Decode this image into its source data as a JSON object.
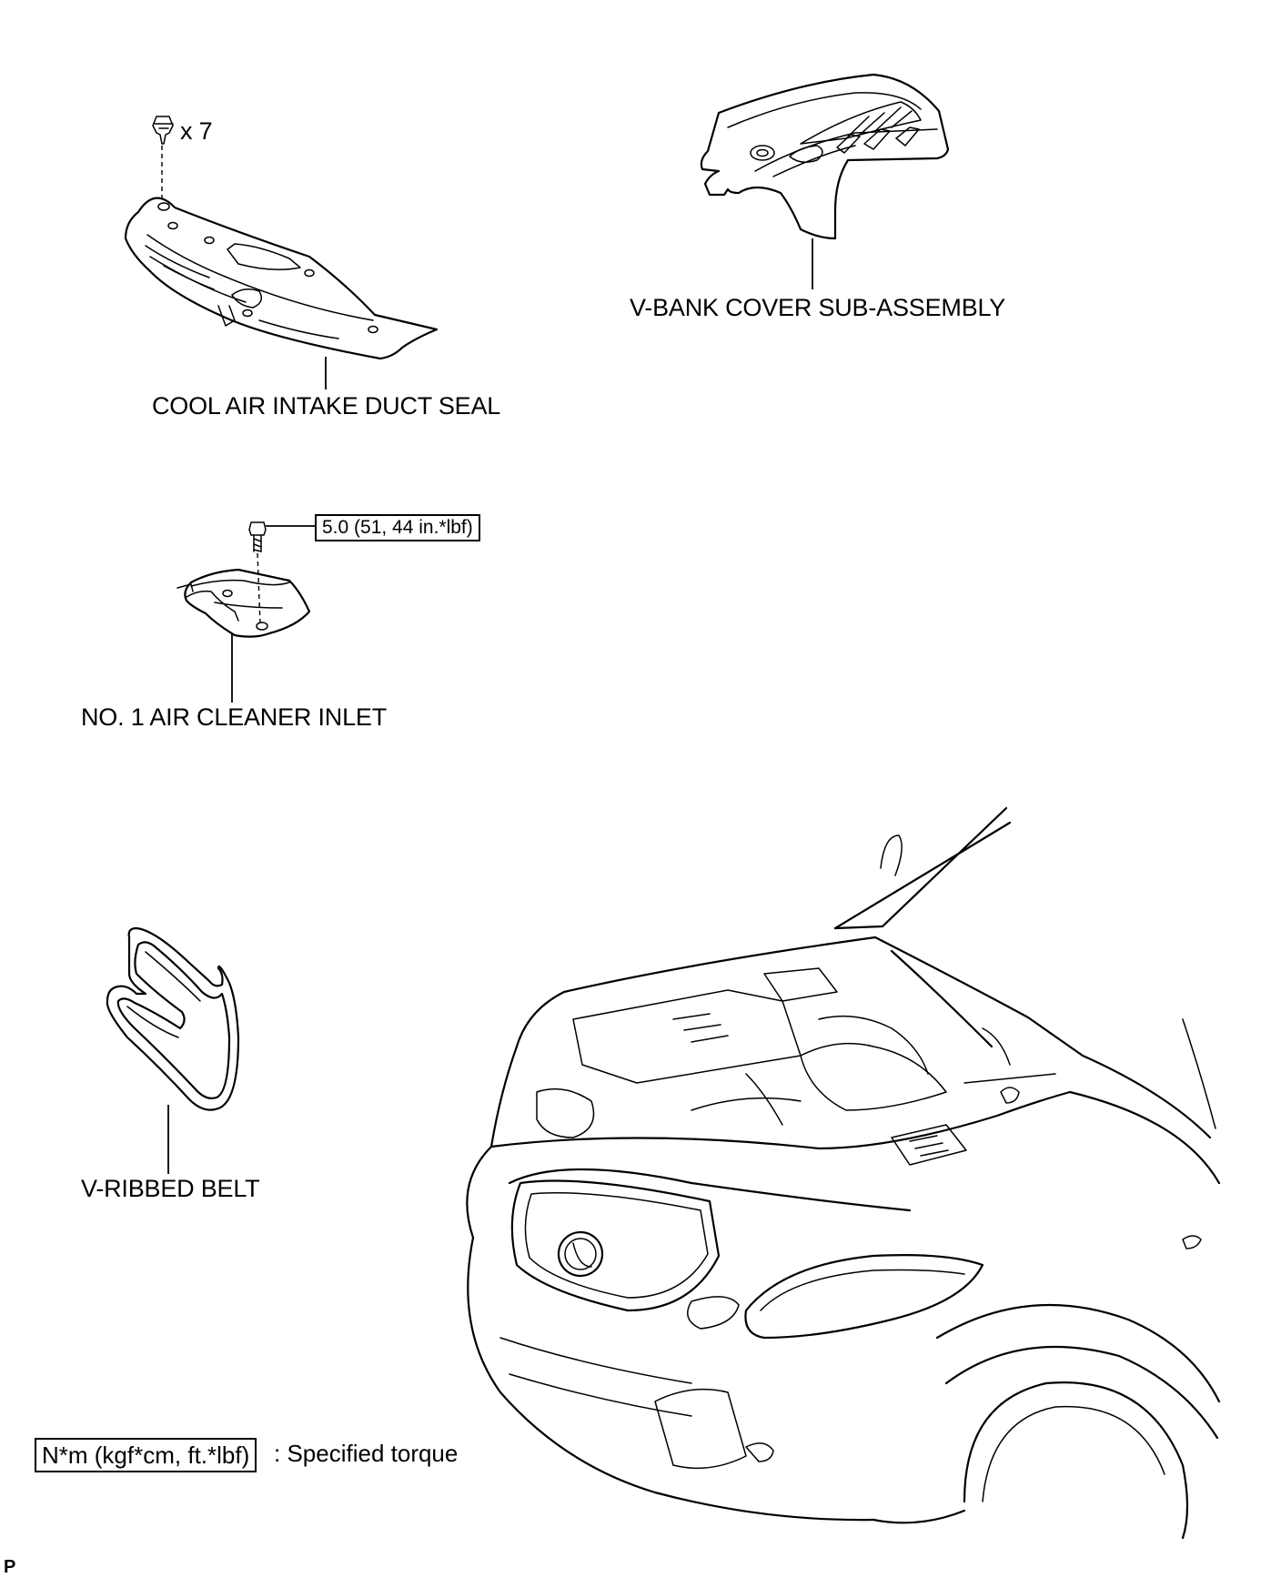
{
  "labels": {
    "clip_qty": "x 7",
    "cool_air_intake_duct_seal": "COOL AIR INTAKE DUCT SEAL",
    "v_bank_cover": "V-BANK COVER SUB-ASSEMBLY",
    "torque_spec": "5.0 (51, 44 in.*lbf)",
    "no1_air_cleaner_inlet": "NO. 1 AIR CLEANER INLET",
    "v_ribbed_belt": "V-RIBBED BELT"
  },
  "legend": {
    "unit_box": "N*m (kgf*cm, ft.*lbf)",
    "description": ": Specified torque"
  },
  "corner_mark": "P"
}
